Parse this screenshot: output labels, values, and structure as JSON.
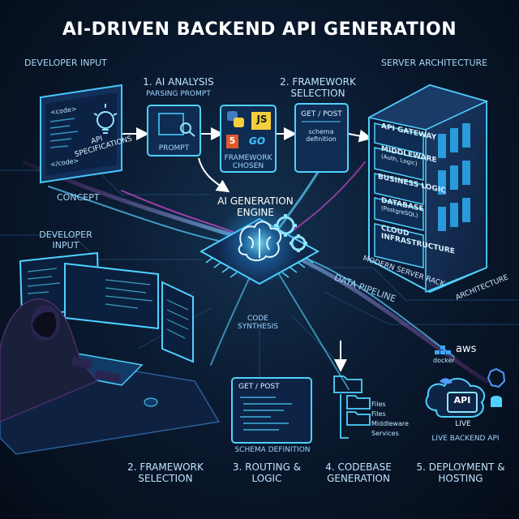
{
  "title": "AI-DRIVEN BACKEND API GENERATION",
  "developer_input_top": "DEVELOPER INPUT",
  "concept": {
    "code_tag_open": "<code>",
    "code_tag_close": "</code>",
    "text": "API SPECIFICATIONS",
    "caption": "CONCEPT"
  },
  "step1": {
    "title": "1. AI ANALYSIS",
    "subtitle": "PARSING PROMPT",
    "box_label": "PROMPT"
  },
  "step2_top": {
    "title": "2. FRAMEWORK SELECTION",
    "logos": [
      "JS",
      "5",
      "GO"
    ],
    "box_label": "FRAMEWORK CHOSEN"
  },
  "schema_panel": {
    "method": "GET / POST",
    "text": "schema definition"
  },
  "server": {
    "title": "SERVER ARCHITECTURE",
    "layers": [
      {
        "label": "API GATEWAY",
        "sub": ""
      },
      {
        "label": "MIDDLEWARE",
        "sub": "(Auth, Logic)"
      },
      {
        "label": "BUSINESS LOGIC",
        "sub": ""
      },
      {
        "label": "DATABASE",
        "sub": "(PostgreSQL)"
      },
      {
        "label": "CLOUD INFRASTRUCTURE",
        "sub": ""
      }
    ],
    "rack_label": "MODERN SERVER RACK",
    "architecture_label": "ARCHITECTURE"
  },
  "engine": "AI GENERATION ENGINE",
  "developer_input_mid": "DEVELOPER INPUT",
  "data_pipeline": "DATA PIPELINE",
  "code_synthesis": "CODE SYNTHESIS",
  "routing_panel": {
    "method": "GET / POST",
    "caption": "SCHEMA DEFINITION"
  },
  "files": {
    "items": [
      "Files",
      "Files",
      "Middleware",
      "Services"
    ]
  },
  "deploy": {
    "aws": "aws",
    "docker": "docker",
    "api": "API",
    "live": "LIVE",
    "caption": "LIVE BACKEND API"
  },
  "bottom_steps": [
    "2. FRAMEWORK SELECTION",
    "3. ROUTING & LOGIC",
    "4. CODEBASE GENERATION",
    "5. DEPLOYMENT & HOSTING"
  ],
  "colors": {
    "background": "#0a1a30",
    "accent_cyan": "#4fd2ff",
    "accent_magenta": "#e04bd8",
    "text": "#cfe6ff"
  }
}
